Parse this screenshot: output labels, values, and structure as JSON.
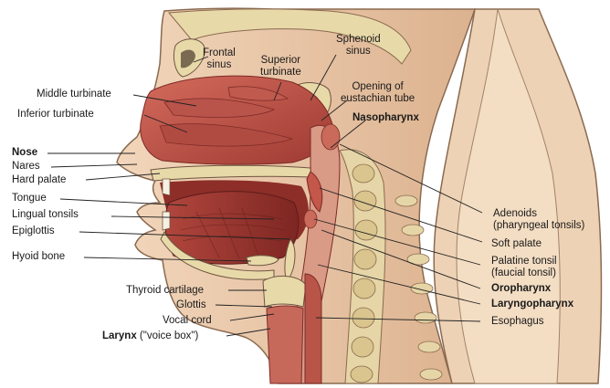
{
  "colors": {
    "skin": "#e9c7a6",
    "skin_edge": "#8a6a50",
    "bone": "#e8d9a8",
    "tissue": "#c2574a",
    "tissue_dark": "#8d2e29",
    "airway": "#d99a86",
    "leader": "#222222"
  },
  "labels": {
    "frontal_sinus": "Frontal\nsinus",
    "superior_turbinate": "Superior\nturbinate",
    "sphenoid_sinus": "Sphenoid\nsinus",
    "opening_eustachian": "Opening of\neustachian tube",
    "nasopharynx": "Nasopharynx",
    "middle_turbinate": "Middle turbinate",
    "inferior_turbinate": "Inferior turbinate",
    "nose": "Nose",
    "nares": "Nares",
    "hard_palate": "Hard palate",
    "tongue": "Tongue",
    "lingual_tonsils": "Lingual tonsils",
    "epiglottis": "Epiglottis",
    "hyoid_bone": "Hyoid bone",
    "adenoids": "Adenoids\n(pharyngeal tonsils)",
    "soft_palate": "Soft palate",
    "palatine_tonsil": "Palatine tonsil\n(faucial tonsil)",
    "oropharynx": "Oropharynx",
    "laryngopharynx": "Laryngopharynx",
    "esophagus": "Esophagus",
    "thyroid_cartilage": "Thyroid cartilage",
    "glottis": "Glottis",
    "vocal_cord": "Vocal cord",
    "larynx": "Larynx",
    "larynx_suffix": " (\"voice box\")"
  }
}
